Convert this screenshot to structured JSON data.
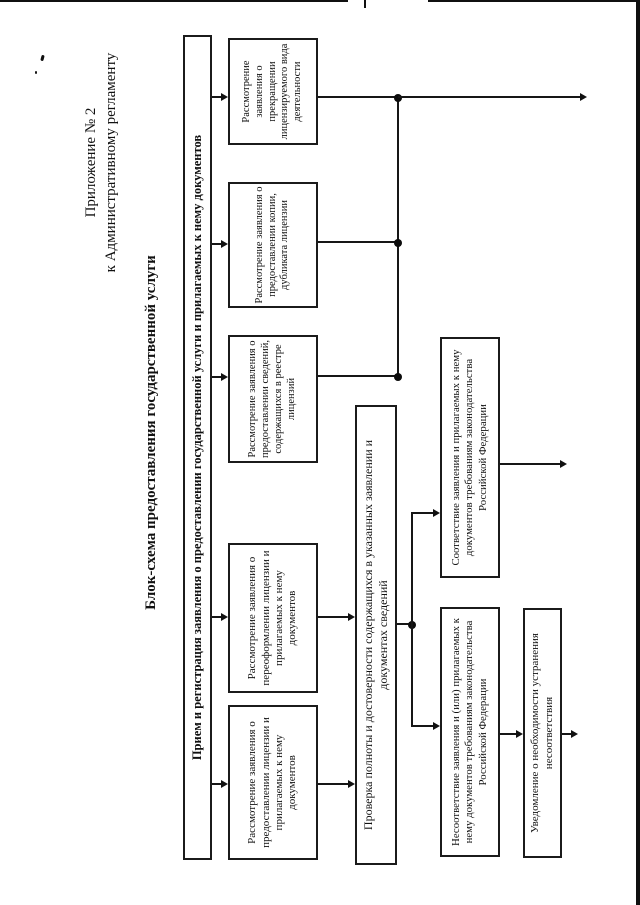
{
  "page": {
    "annotation_line1": "Приложение № 2",
    "annotation_line2": "к Административному регламенту",
    "title": "Блок-схема предоставления государственной услуги"
  },
  "flowchart": {
    "intake": "Прием и регистрация заявления о предоставлении государственной услуги и прилагаемых к нему документов",
    "boxes": {
      "license_grant": "Рассмотрение заявления о предоставлении лицензии и прилагаемых к нему документов",
      "license_reissue": "Рассмотрение заявления о переоформлении лицензии и прилагаемых к нему документов",
      "registry_info": "Рассмотрение заявления о предоставлении сведений, содержащихся в реестре лицензий",
      "copy_duplicate": "Рассмотрение заявления о предоставлении копии, дубликата лицензии",
      "termination": "Рассмотрение заявления о прекращении лицензируемого вида деятельности",
      "verification": "Проверка полноты и достоверности содержащихся в указанных заявлении и документах сведений",
      "compliant": "Соответствие заявления и прилагаемых к нему документов требованиям законодательства Российской Федерации",
      "noncompliant": "Несоответствие заявления и (или) прилагаемых к нему документов требованиям законодательства Российской Федерации",
      "notice": "Уведомление о необходимости устранения несоответствия"
    }
  },
  "colors": {
    "ink": "#111111",
    "paper": "#ffffff"
  }
}
